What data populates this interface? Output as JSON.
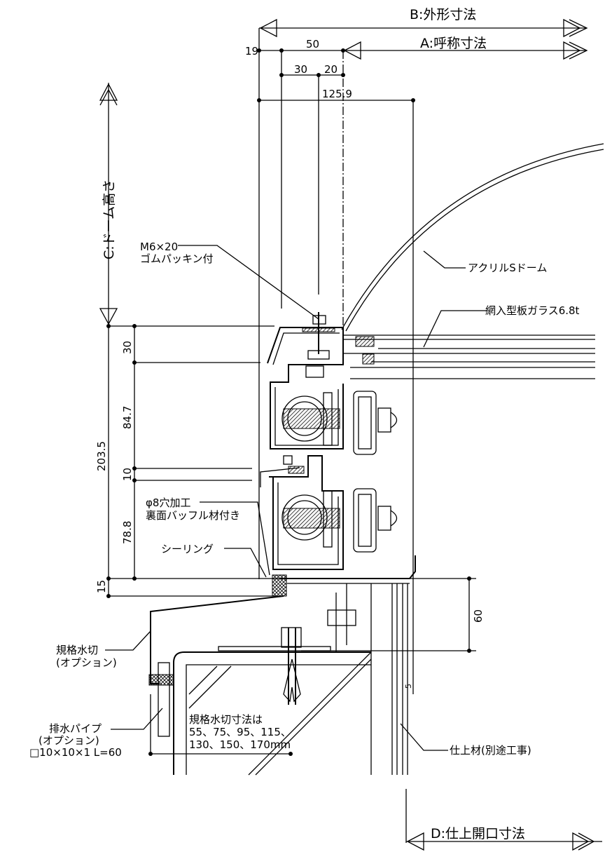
{
  "dimensions": {
    "B": "B:外形寸法",
    "A": "A:呼称寸法",
    "C": "C:ドーム高さ",
    "D": "D:仕上開口寸法",
    "d19": "19",
    "d50": "50",
    "d30_top": "30",
    "d20": "20",
    "d125_9": "125.9",
    "d30": "30",
    "d84_7": "84.7",
    "d203_5": "203.5",
    "d10": "10",
    "d78_8": "78.8",
    "d15": "15",
    "d60": "60",
    "d5": "5"
  },
  "labels": {
    "bolt_1": "M6×20",
    "bolt_2": "ゴムパッキン付",
    "dome": "アクリルSドーム",
    "glass": "網入型板ガラス6.8t",
    "hole_1": "φ8穴加工",
    "hole_2": "裏面バッフル材付き",
    "sealing": "シーリング",
    "flashing_1": "規格水切",
    "flashing_2": "(オプション)",
    "pipe_1": "排水パイプ",
    "pipe_2": "(オプション)",
    "pipe_3": "□10×10×1 L=60",
    "flash_size_1": "規格水切寸法は",
    "flash_size_2": "55、75、95、115、",
    "flash_size_3": "130、150、170mm",
    "finish": "仕上材(別途工事)"
  }
}
